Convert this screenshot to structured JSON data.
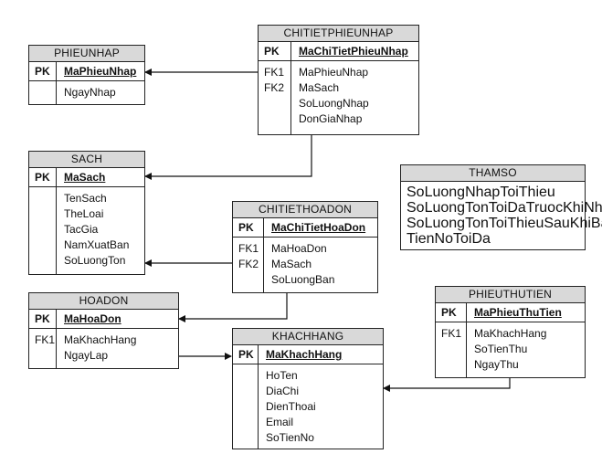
{
  "entities": {
    "phieunhap": {
      "title": "PHIEUNHAP",
      "pk_label": "PK",
      "pk": "MaPhieuNhap",
      "fk_labels": [],
      "fields": [
        "NgayNhap"
      ]
    },
    "chitietphieunhap": {
      "title": "CHITIETPHIEUNHAP",
      "pk_label": "PK",
      "pk": "MaChiTietPhieuNhap",
      "fk_labels": [
        "FK1",
        "FK2"
      ],
      "fields": [
        "MaPhieuNhap",
        "MaSach",
        "SoLuongNhap",
        "DonGiaNhap"
      ]
    },
    "sach": {
      "title": "SACH",
      "pk_label": "PK",
      "pk": "MaSach",
      "fk_labels": [],
      "fields": [
        "TenSach",
        "TheLoai",
        "TacGia",
        "NamXuatBan",
        "SoLuongTon"
      ]
    },
    "thamso": {
      "title": "THAMSO",
      "fields": [
        "SoLuongNhapToiThieu",
        "SoLuongTonToiDaTruocKhiNhap",
        "SoLuongTonToiThieuSauKhiBan",
        "TienNoToiDa"
      ]
    },
    "chitiethoadon": {
      "title": "CHITIETHOADON",
      "pk_label": "PK",
      "pk": "MaChiTietHoaDon",
      "fk_labels": [
        "FK1",
        "FK2"
      ],
      "fields": [
        "MaHoaDon",
        "MaSach",
        "SoLuongBan"
      ]
    },
    "hoadon": {
      "title": "HOADON",
      "pk_label": "PK",
      "pk": "MaHoaDon",
      "fk_labels": [
        "FK1"
      ],
      "fields": [
        "MaKhachHang",
        "NgayLap"
      ]
    },
    "phieuthutien": {
      "title": "PHIEUTHUTIEN",
      "pk_label": "PK",
      "pk": "MaPhieuThuTien",
      "fk_labels": [
        "FK1"
      ],
      "fields": [
        "MaKhachHang",
        "SoTienThu",
        "NgayThu"
      ]
    },
    "khachhang": {
      "title": "KHACHHANG",
      "pk_label": "PK",
      "pk": "MaKhachHang",
      "fk_labels": [],
      "fields": [
        "HoTen",
        "DiaChi",
        "DienThoai",
        "Email",
        "SoTienNo"
      ]
    }
  }
}
